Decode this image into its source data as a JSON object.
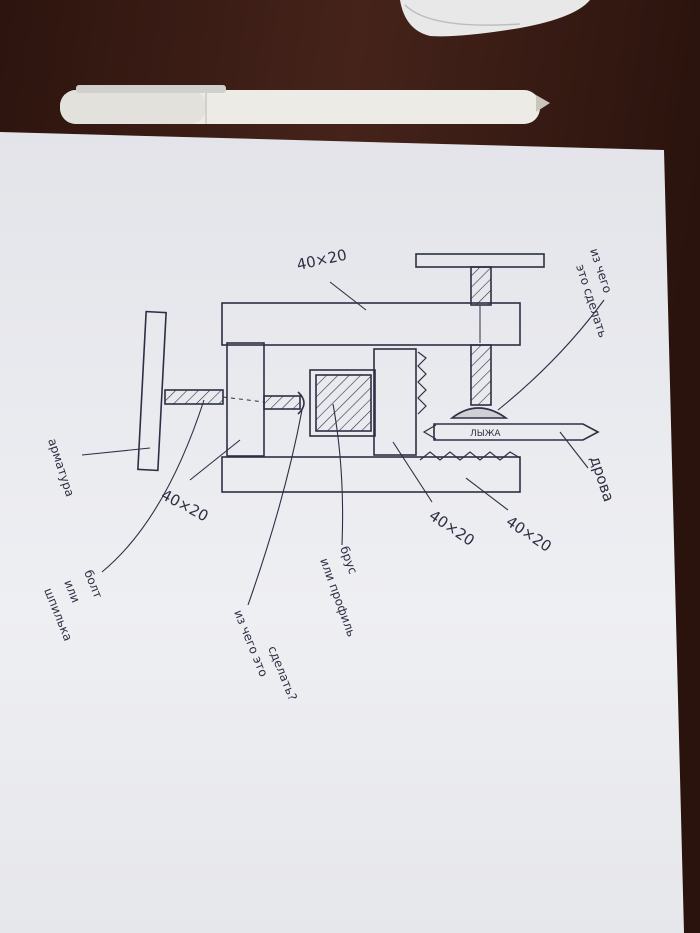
{
  "labels": {
    "top_bar": "40×20",
    "question_top": "из чего",
    "question_top_2": "это сделать",
    "skis": "ЛЫЖА",
    "firewood": "дрова",
    "armature": "арматура",
    "left_block": "40×20",
    "bolt_1": "болт",
    "bolt_2": "или",
    "bolt_3": "шпилька",
    "question_bottom_1": "из чего это",
    "question_bottom_2": "сделать?",
    "beam_1": "брус",
    "beam_2": "или профиль",
    "right_block": "40×20",
    "bottom_bar": "40×20"
  },
  "colors": {
    "table": "#3a1e16",
    "paper": "#e9eaee",
    "ink": "#2e2f44",
    "pen": "#ecebe6",
    "mouse": "#e8e8e8"
  },
  "objects": {
    "pen": "pen-icon",
    "mouse": "mouse-icon"
  }
}
